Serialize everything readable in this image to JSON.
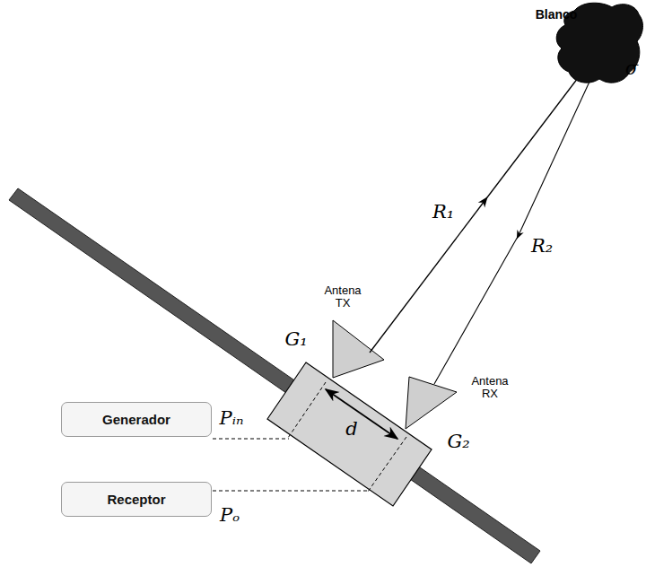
{
  "diagram": {
    "nodes": [
      {
        "text": [
          "Generador"
        ]
      },
      {
        "text": [
          "Receptor"
        ]
      }
    ],
    "labels": [
      "Blanco",
      "σ",
      "R₁",
      "R₂",
      "Antena TX",
      "G₁",
      "Antena RX",
      "d",
      "Pᵢₙ",
      "G₂",
      "Pₒ"
    ]
  }
}
